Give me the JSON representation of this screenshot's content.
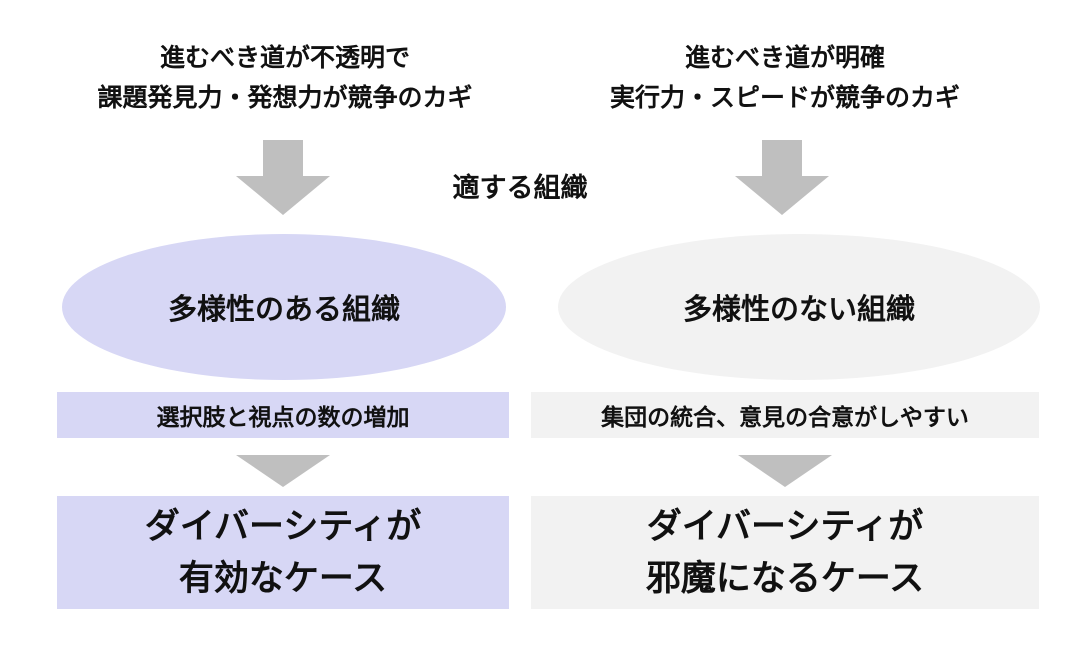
{
  "left": {
    "header": [
      "進むべき道が不透明で",
      "課題発見力・発想力が競争のカギ"
    ],
    "organization": "多様性のある組織",
    "effect": "選択肢と視点の数の増加",
    "result": [
      "ダイバーシティが",
      "有効なケース"
    ]
  },
  "center_label": "適する組織",
  "right": {
    "header": [
      "進むべき道が明確",
      "実行力・スピードが競争のカギ"
    ],
    "organization": "多様性のない組織",
    "effect": "集団の統合、意見の合意がしやすい",
    "result": [
      "ダイバーシティが",
      "邪魔になるケース"
    ]
  },
  "colors": {
    "diverse": "#d7d7f5",
    "non_diverse": "#f2f2f2",
    "arrow": "#bfbfbf"
  }
}
